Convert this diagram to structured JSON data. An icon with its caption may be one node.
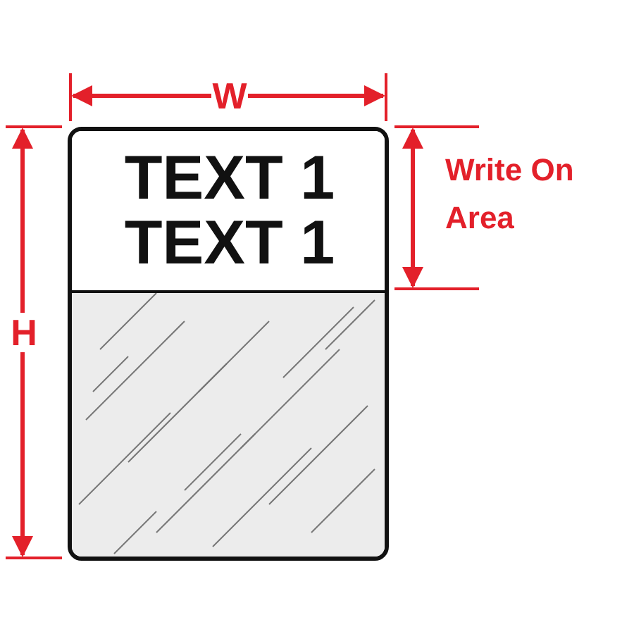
{
  "diagram": {
    "nodes": [
      {
        "text": [],
        "shape": "box"
      },
      {
        "text": [
          "TEXT 1",
          "TEXT 1"
        ],
        "in": 0
      },
      {
        "text": [],
        "shape": "box",
        "in": 0
      }
    ],
    "labels": [
      "W",
      "H",
      "Write On Area"
    ]
  }
}
